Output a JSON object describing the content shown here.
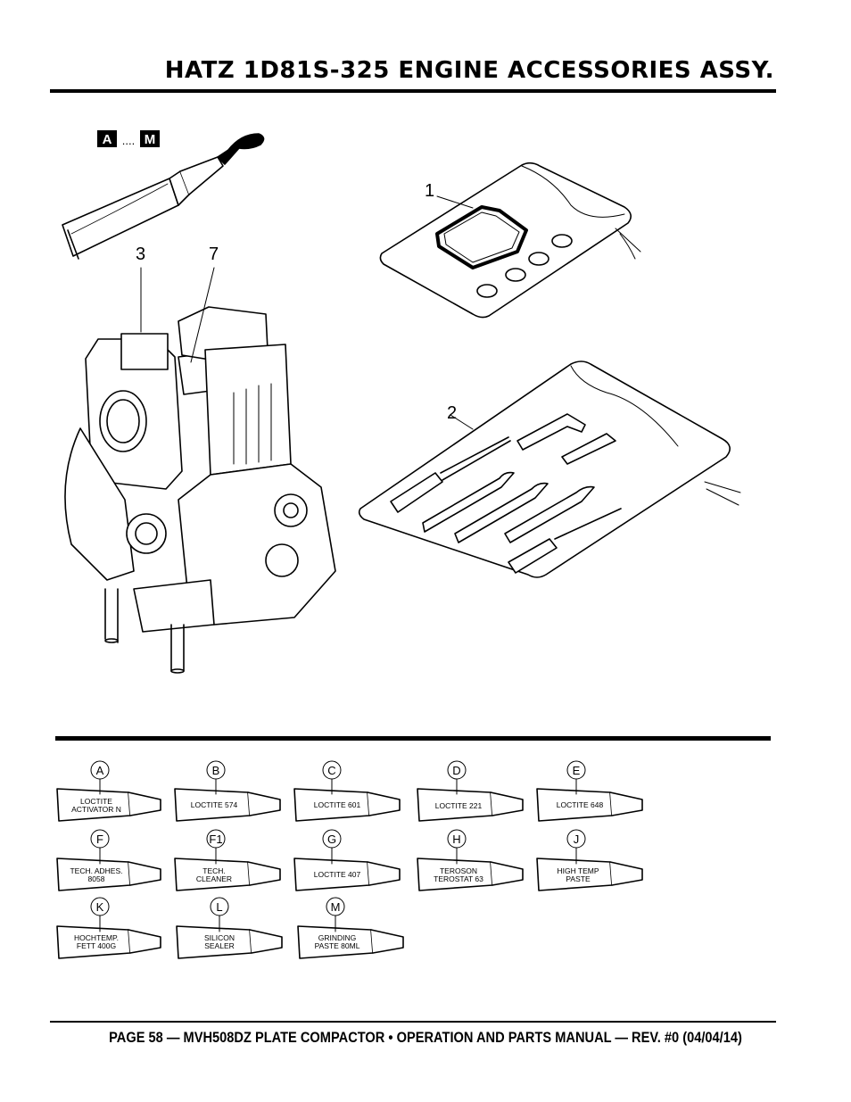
{
  "page": {
    "title": "HATZ 1D81S-325 ENGINE ACCESSORIES ASSY.",
    "footer": "PAGE 58 — MVH508DZ PLATE COMPACTOR • OPERATION AND PARTS MANUAL — REV. #0 (04/04/14)"
  },
  "figure": {
    "badge_start": "A",
    "badge_dots": "....",
    "badge_end": "M",
    "callouts": [
      "1",
      "2",
      "3",
      "7"
    ]
  },
  "sealants": [
    {
      "letter": "A",
      "line1": "LOCTITE",
      "line2": "ACTIVATOR N"
    },
    {
      "letter": "B",
      "line1": "LOCTITE 574",
      "line2": ""
    },
    {
      "letter": "C",
      "line1": "LOCTITE 601",
      "line2": ""
    },
    {
      "letter": "D",
      "line1": "LOCTITE 221",
      "line2": ""
    },
    {
      "letter": "E",
      "line1": "LOCTITE 648",
      "line2": ""
    },
    {
      "letter": "F",
      "line1": "TECH. ADHES.",
      "line2": "8058"
    },
    {
      "letter": "F1",
      "line1": "TECH.",
      "line2": "CLEANER"
    },
    {
      "letter": "G",
      "line1": "LOCTITE 407",
      "line2": ""
    },
    {
      "letter": "H",
      "line1": "TEROSON",
      "line2": "TEROSTAT 63"
    },
    {
      "letter": "J",
      "line1": "HIGH TEMP",
      "line2": "PASTE"
    },
    {
      "letter": "K",
      "line1": "HOCHTEMP.",
      "line2": "FETT 400G"
    },
    {
      "letter": "L",
      "line1": "SILICON",
      "line2": "SEALER"
    },
    {
      "letter": "M",
      "line1": "GRINDING",
      "line2": "PASTE 80ML"
    }
  ]
}
